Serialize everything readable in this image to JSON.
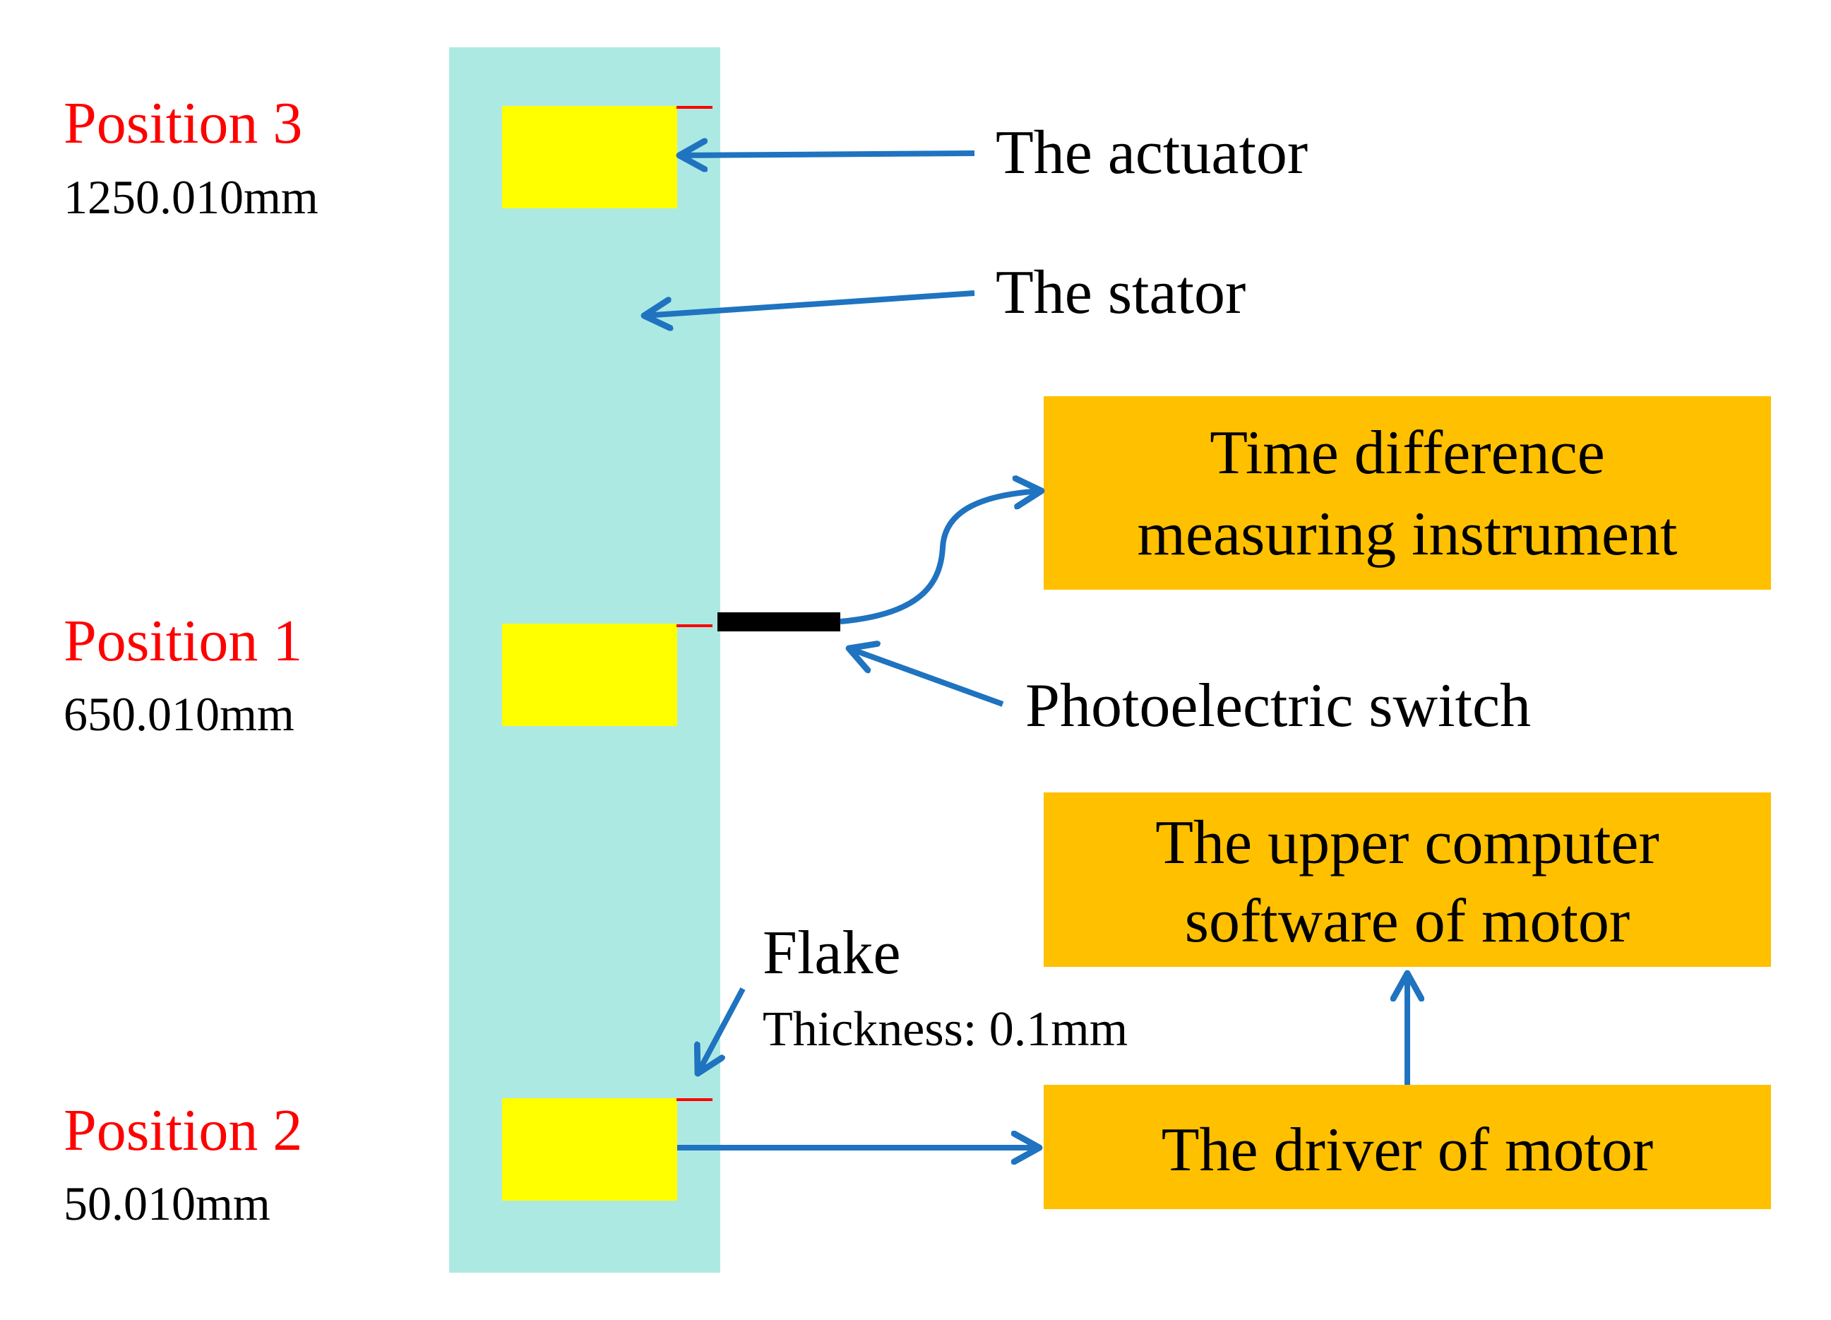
{
  "colors": {
    "stator": "#ADE9E3",
    "actuator": "#FFFF00",
    "box": "#FFC000",
    "arrow": "#1F73C0",
    "position_label": "#FF0000",
    "text": "#000000",
    "flake_mark": "#FF0000",
    "switch": "#000000"
  },
  "positions": [
    {
      "label": "Position 3",
      "value": "1250.010mm"
    },
    {
      "label": "Position 1",
      "value": "650.010mm"
    },
    {
      "label": "Position 2",
      "value": "50.010mm"
    }
  ],
  "labels": {
    "actuator": "The actuator",
    "stator": "The stator",
    "photoelectric_switch": "Photoelectric switch",
    "flake": "Flake",
    "flake_thickness": "Thickness: 0.1mm"
  },
  "boxes": {
    "time_difference_line1": "Time difference",
    "time_difference_line2": "measuring instrument",
    "upper_computer_line1": "The upper computer",
    "upper_computer_line2": "software of motor",
    "driver": "The driver of motor"
  }
}
